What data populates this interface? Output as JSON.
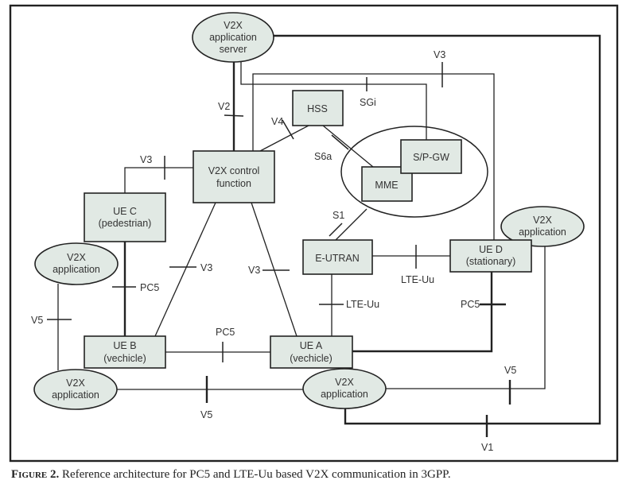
{
  "figure": {
    "caption_label": "Figure 2.",
    "caption_text": " Reference architecture for PC5 and LTE-Uu based V2X communication in 3GPP."
  },
  "nodes": {
    "app_server": [
      "V2X",
      "application",
      "server"
    ],
    "hss": [
      "HSS"
    ],
    "control_function": [
      "V2X control",
      "function"
    ],
    "sp_gw": [
      "S/P-GW"
    ],
    "mme": [
      "MME"
    ],
    "ue_c": [
      "UE C",
      "(pedestrian)"
    ],
    "app_c": [
      "V2X",
      "application"
    ],
    "eutran": [
      "E-UTRAN"
    ],
    "ue_d": [
      "UE D",
      "(stationary)"
    ],
    "app_d": [
      "V2X",
      "application"
    ],
    "ue_b": [
      "UE B",
      "(vechicle)"
    ],
    "ue_a": [
      "UE A",
      "(vechicle)"
    ],
    "app_b": [
      "V2X",
      "application"
    ],
    "app_a": [
      "V2X",
      "application"
    ]
  },
  "interfaces": {
    "v2": "V2",
    "v4": "V4",
    "v3_top": "V3",
    "sgi": "SGi",
    "s6a": "S6a",
    "v3_uec": "V3",
    "s1": "S1",
    "v3_left_diag": "V3",
    "v3_right_diag": "V3",
    "lte_uu_eutran_ued": "LTE-Uu",
    "lte_uu_eutran_uea": "LTE-Uu",
    "pc5_uec_ueb": "PC5",
    "pc5_ueb_uea": "PC5",
    "pc5_ued_uea": "PC5",
    "v5_left": "V5",
    "v5_bottom": "V5",
    "v5_right": "V5",
    "v1": "V1"
  },
  "colors": {
    "node_fill": "#e1e9e4",
    "line": "#222222"
  }
}
